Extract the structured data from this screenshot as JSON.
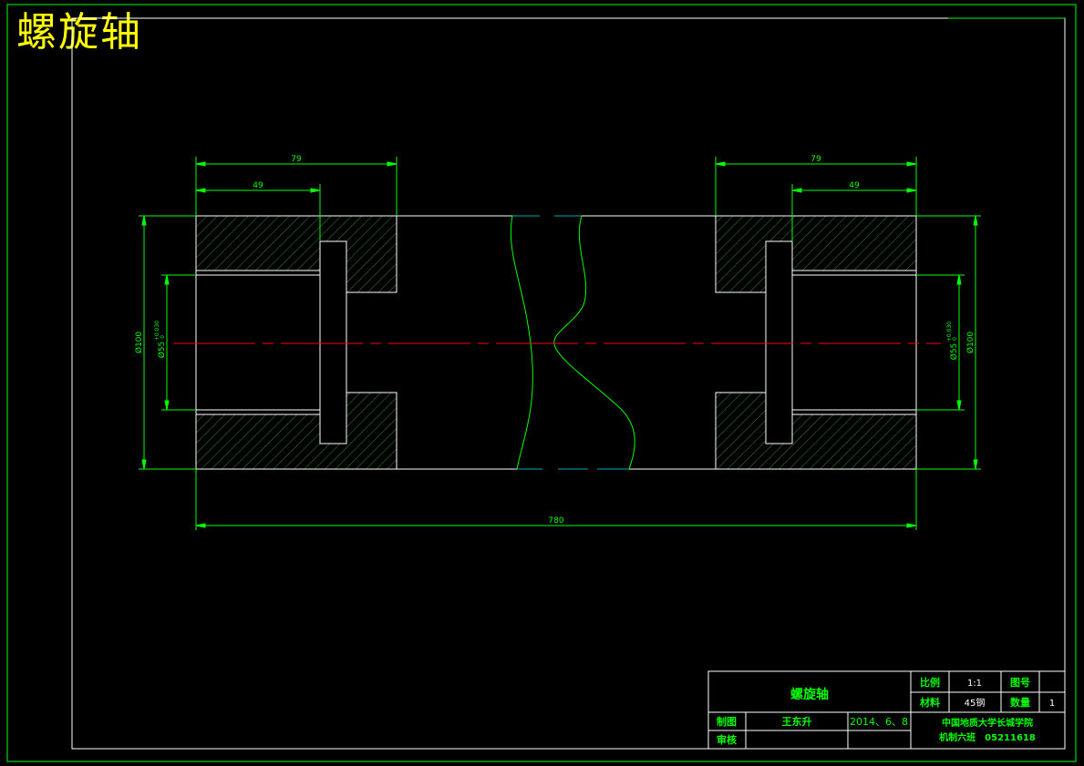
{
  "drawing": {
    "big_title": "螺旋轴",
    "dimensions": {
      "left_outer_width": "79",
      "left_inner_width": "49",
      "right_outer_width": "79",
      "right_inner_width": "49",
      "total_length": "780",
      "left_outer_dia": "Ø100",
      "left_bore_dia": "Ø55",
      "left_bore_tol": "+0.030",
      "left_bore_tol2": "0",
      "right_outer_dia": "Ø100",
      "right_bore_dia": "Ø55",
      "right_bore_tol": "+0.030",
      "right_bore_tol2": "0"
    },
    "colors": {
      "background": "#000000",
      "frame": "#00ff00",
      "outline": "#ffffff",
      "dimension": "#00ff00",
      "hatch": "#2d8a2d",
      "centerline": "#ff0000",
      "break_mark": "#00aaaa",
      "big_title": "#ffff00"
    }
  },
  "title_block": {
    "part_name": "螺旋轴",
    "scale_label": "比例",
    "scale_value": "1:1",
    "drawing_no_label": "图号",
    "drawing_no_value": "",
    "material_label": "材料",
    "material_value": "45钢",
    "quantity_label": "数量",
    "quantity_value": "1",
    "drawn_label": "制图",
    "drawn_by": "王东升",
    "date": "2014、6、8",
    "check_label": "审核",
    "checked_by": "",
    "school": "中国地质大学长城学院",
    "class_id": "机制六班　05211618"
  }
}
